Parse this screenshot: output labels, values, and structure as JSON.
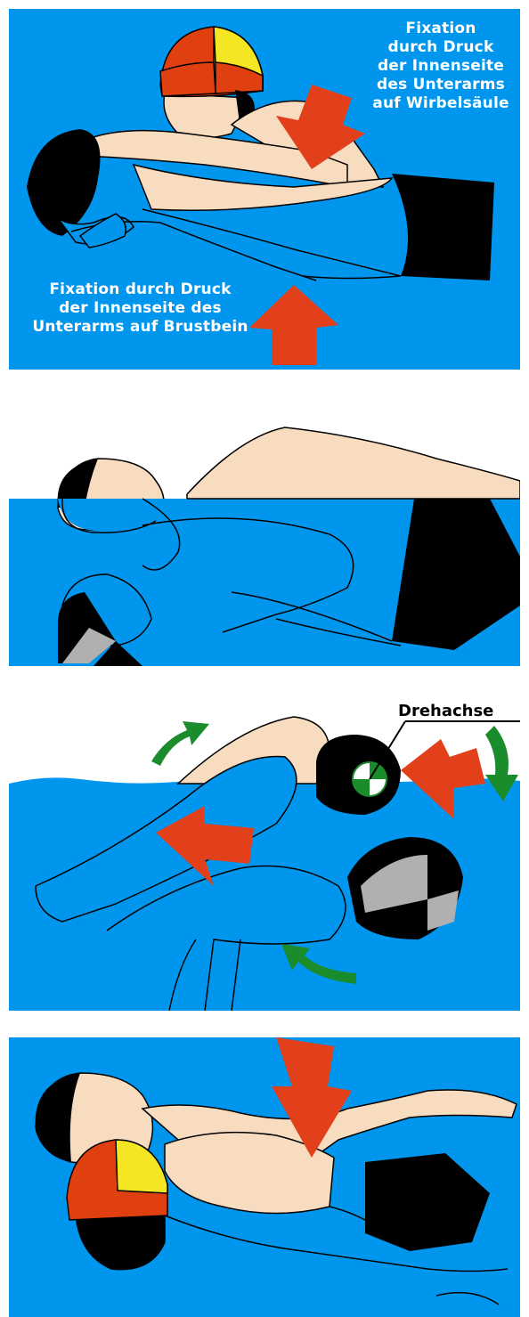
{
  "panels": [
    {
      "id": "fixation",
      "labels": {
        "top_right": "Fixation\ndurch Druck\nder Innenseite\ndes Unterarms\nauf Wirbelsäule",
        "bottom_left": "Fixation durch Druck\nder Innenseite des\nUnterarms auf Brustbein"
      }
    },
    {
      "id": "grip"
    },
    {
      "id": "rotation",
      "labels": {
        "axis": "Drehachse"
      }
    },
    {
      "id": "final"
    }
  ],
  "colors": {
    "water": "#0096ee",
    "skin": "#f7dcc0",
    "arrow": "#e2401b",
    "rotation_arrow": "#1a8c2c",
    "cap_red": "#e04010",
    "cap_yellow": "#f5e623",
    "suit": "#000000",
    "cap_grey": "#b0b0b0"
  },
  "icons": [
    "pressure-arrow",
    "rotation-arrow",
    "axis-marker"
  ]
}
